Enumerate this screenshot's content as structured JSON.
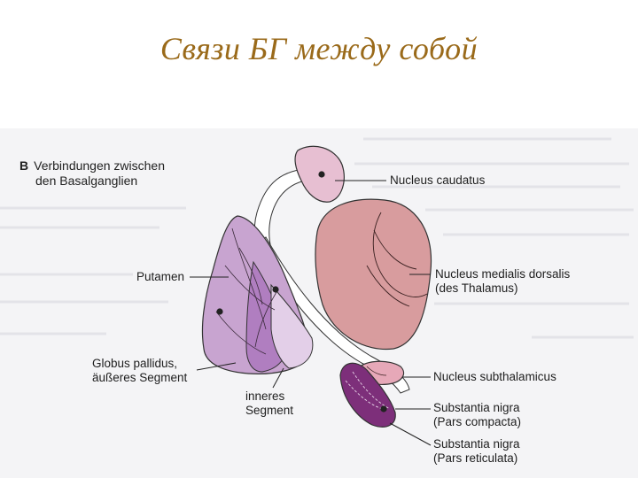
{
  "slide": {
    "title": "Связи БГ между собой"
  },
  "panel": {
    "letter": "B",
    "heading_line1": "Verbindungen zwischen",
    "heading_line2": "den Basalganglien"
  },
  "labels": {
    "nucleus_caudatus": "Nucleus caudatus",
    "putamen": "Putamen",
    "nucleus_medialis_line1": "Nucleus medialis dorsalis",
    "nucleus_medialis_line2": "(des Thalamus)",
    "globus_line1": "Globus pallidus,",
    "globus_line2": "äußeres Segment",
    "inneres_line1": "inneres",
    "inneres_line2": "Segment",
    "subthalamicus": "Nucleus subthalamicus",
    "sn_compacta_line1": "Substantia nigra",
    "sn_compacta_line2": "(Pars compacta)",
    "sn_reticulata_line1": "Substantia nigra",
    "sn_reticulata_line2": "(Pars reticulata)"
  },
  "colors": {
    "title": "#9a6a1a",
    "putamen": "#c8a4d0",
    "globus_externus": "#b07ec0",
    "globus_internus": "#e3cfe8",
    "caudatus": "#e7bfd2",
    "thalamus": "#d89c9e",
    "subthalamicus": "#e6a8b8",
    "substantia_nigra": "#7d2f7a"
  }
}
